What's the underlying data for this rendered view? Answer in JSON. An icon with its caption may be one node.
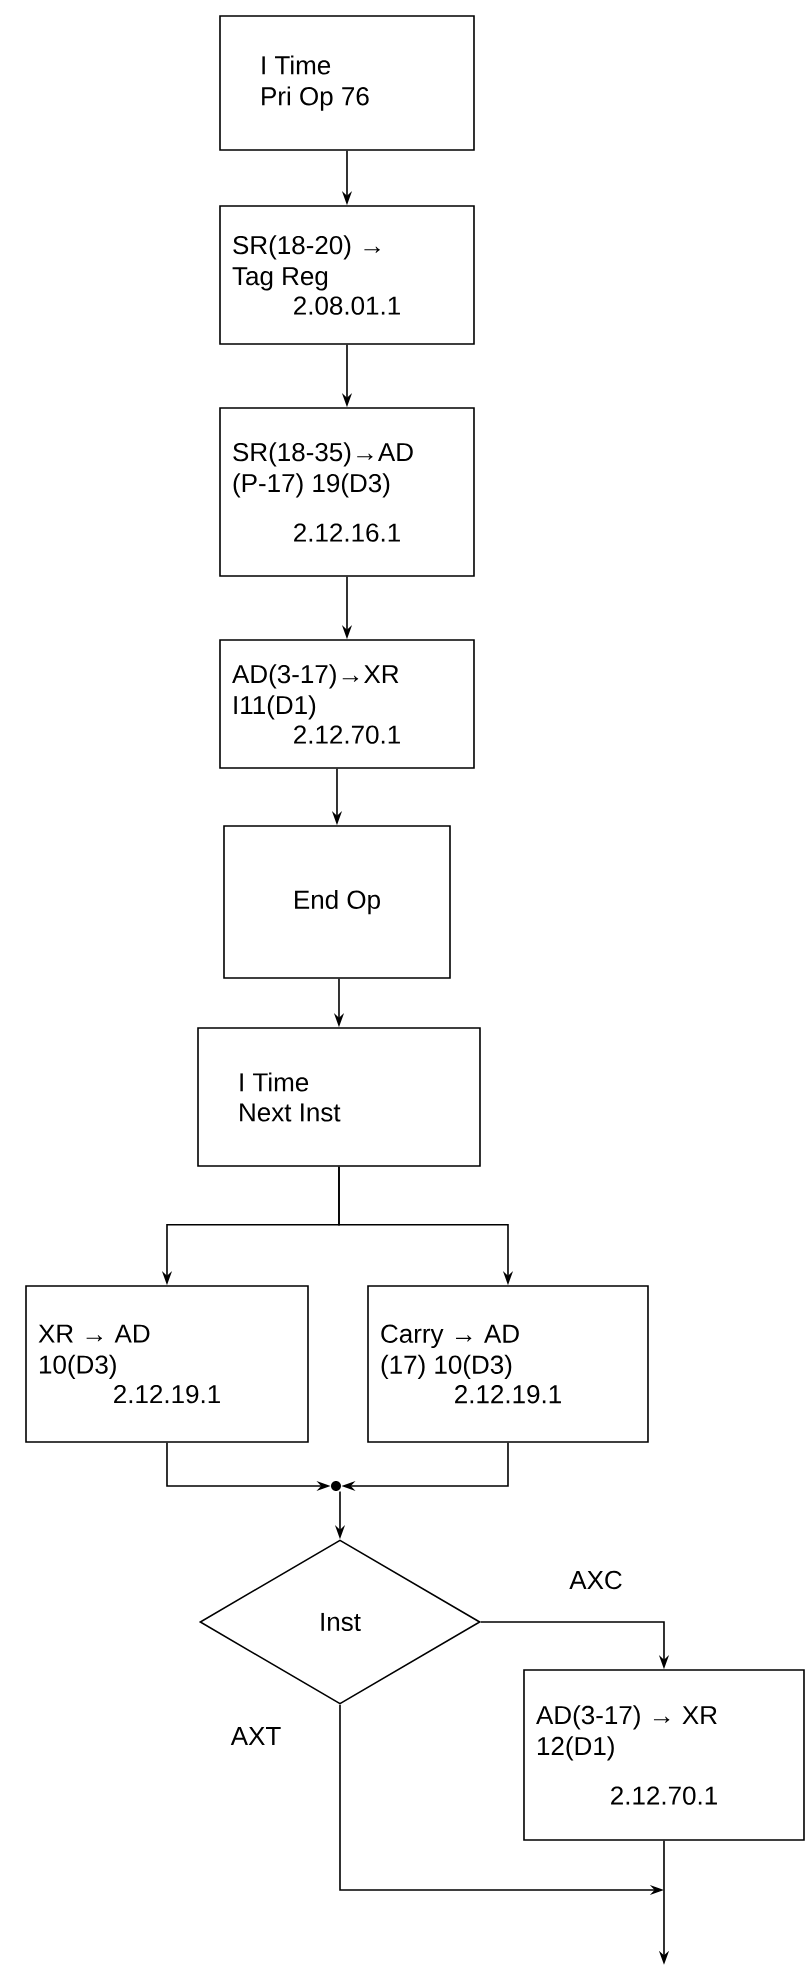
{
  "diagram": {
    "nodes": [
      {
        "text": [
          "I Time",
          "Pri Op 76"
        ]
      },
      {
        "text": [
          "SR(18-20) → Tag Reg",
          "2.08.01.1"
        ]
      },
      {
        "text": [
          "SR(18-35)→AD (P-17) 19(D3)",
          "2.12.16.1"
        ]
      },
      {
        "text": [
          "AD(3-17)→XR I11(D1)",
          "2.12.70.1"
        ]
      },
      {
        "text": [
          "End Op"
        ]
      },
      {
        "text": [
          "I Time",
          "Next Inst"
        ]
      },
      {
        "text": [
          "XR → AD 10(D3)",
          "2.12.19.1"
        ]
      },
      {
        "text": [
          "Carry → AD (17) 10(D3)",
          "2.12.19.1"
        ]
      },
      {
        "text": [],
        "shape": "circle"
      },
      {
        "text": [
          "Inst"
        ]
      },
      {
        "text": [
          "AD(3-17) → XR 12(D1)",
          "2.12.70.1"
        ]
      }
    ],
    "edges": [
      {
        "from": 0,
        "to": 1,
        "arrow": "to"
      },
      {
        "from": 1,
        "to": 2,
        "arrow": "to"
      },
      {
        "from": 2,
        "to": 3,
        "arrow": "to"
      },
      {
        "from": 3,
        "to": 4,
        "arrow": "to"
      },
      {
        "from": 4,
        "to": 5,
        "arrow": "to"
      },
      {
        "from": 5,
        "to": 6,
        "arrow": "to"
      },
      {
        "from": 5,
        "to": 7,
        "arrow": "to"
      },
      {
        "from": 6,
        "to": 8,
        "arrow": "to"
      },
      {
        "from": 7,
        "to": 8,
        "arrow": "to"
      },
      {
        "from": 8,
        "to": 9,
        "arrow": "to"
      },
      {
        "from": 9,
        "to": 10,
        "arrow": "to",
        "label": "AXC"
      },
      {
        "from": 9,
        "to": null,
        "arrow": "to",
        "label": "AXT"
      },
      {
        "from": 10,
        "to": null,
        "arrow": "to"
      }
    ]
  }
}
